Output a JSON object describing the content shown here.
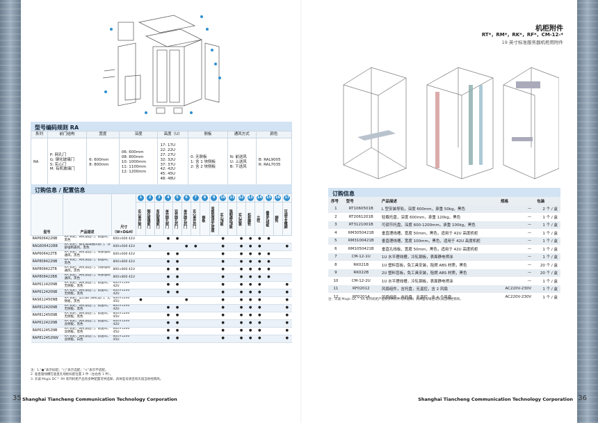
{
  "left": {
    "section_code": "型号编码规则 RA",
    "code_headers": [
      "系列",
      "前门结构",
      "宽度",
      "深度",
      "高度（U）",
      "侧板",
      "通风方式",
      "颜色"
    ],
    "code_series": "RA",
    "code_front": [
      "P: 网孔门",
      "G: 钢化玻璃门",
      "S: 实心门",
      "M: 有机玻璃门"
    ],
    "code_width": [
      "6: 600mm",
      "8: 800mm"
    ],
    "code_depth": [
      "06: 600mm",
      "08: 800mm",
      "10: 1000mm",
      "11: 1100mm",
      "12: 1200mm"
    ],
    "code_height": [
      "17: 17U",
      "22: 22U",
      "27: 27U",
      "32: 32U",
      "37: 37U",
      "42: 42U",
      "45: 45U",
      "48: 48U"
    ],
    "code_side": [
      "0: 无侧板",
      "1: 含 1 块侧板",
      "2: 含 2 块侧板"
    ],
    "code_vent": [
      "N: 前送风",
      "U: 上送风",
      "B: 下送风"
    ],
    "code_color": [
      "B: RAL9005",
      "R: RAL7035"
    ],
    "section_order": "订购信息 / 配置信息",
    "col_model": "型号",
    "col_desc": "产品描述",
    "col_size": "尺寸（W×D&H）",
    "feature_nums": [
      "1",
      "2",
      "3",
      "4",
      "5",
      "6",
      "7",
      "8",
      "9",
      "10",
      "11",
      "12",
      "13",
      "14",
      "15",
      "16",
      "17"
    ],
    "feature_names": [
      "实心单开前门",
      "钢化玻璃前门",
      "有机玻璃前门",
      "单开网孔前门",
      "双开网孔后门",
      "单开网孔后门",
      "实心单开后门",
      "侧板",
      "背部加强风孔底座",
      "实心顶板",
      "强制通风顶板",
      "实心底板",
      "机柜脚轮",
      "立柱",
      "垂直孔线板",
      "脚轮",
      "可调节支撑脚"
    ],
    "rows": [
      {
        "model": "RAP606422NB",
        "desc": "RA 机柜，网孔前后门，前送风，黑色",
        "size": "600×600 42U",
        "marks": "   ●●    ● ●●●●  ●●×●"
      },
      {
        "model": "RAG606422BB",
        "desc": "RA 机柜，钢化玻璃通风前门，顶部强制通风，黑色",
        "size": "600×600 42U",
        "marks": " ●   ●●  ● ●●●  ●×●"
      },
      {
        "model": "RAP606422TB",
        "desc": "RA 机柜，网孔前后门，背部强制通风，黑色",
        "size": "600×600 42U",
        "marks": "   ●●    ● ●●●●  ●●×●"
      },
      {
        "model": "RAP808422NB",
        "desc": "RA 机柜，网孔前后门，前送风，黑色",
        "size": "800×800 42U",
        "marks": "   ●●    ● ●●●●  ●●×●"
      },
      {
        "model": "RAP808422TB",
        "desc": "RA 机柜，网孔前后门，顶部强制通风，黑色",
        "size": "800×800 42U",
        "marks": "   ●●    ● ●●●●  ●●×●"
      },
      {
        "model": "RAP808422BB",
        "desc": "RA 机柜，网孔前后门，背部强制通风，黑色",
        "size": "800×800 42U",
        "marks": "   ●●    ● ●●●●  ●●×●"
      },
      {
        "model": "RAP611420NB",
        "desc": "RA 机柜，网孔前后门，前送风，无侧板，黑色",
        "size": "600×1100 42U",
        "marks": "   ●●    ● ●●●  ●●×●"
      },
      {
        "model": "RAP612420NB",
        "desc": "RA 机柜，网孔前后门，前送风，无侧板，黑色",
        "size": "600×1200 42U",
        "marks": "   ●●    ● ●●●  ●●×●"
      },
      {
        "model": "RAS612450NB",
        "desc": "RA 机柜，实心前门网孔后门，无侧板，黑色",
        "size": "600×1200 45U",
        "marks": "●    ●   ● ●●●  ●●×●"
      },
      {
        "model": "RAP812420NB",
        "desc": "RA 机柜，网孔前后门，前送风，无侧板，黑色",
        "size": "800×1200 42U",
        "marks": "   ●●    ● ●●●  ●●×●"
      },
      {
        "model": "RAP812450NB",
        "desc": "RA 机柜，网孔前后门，前送风，无侧板，黑色",
        "size": "800×1200 45U",
        "marks": "   ●●    ● ●●●  ●●×●"
      },
      {
        "model": "RAP612422NB",
        "desc": "RA 机柜，网孔前后门，前送风，含侧板，黑色",
        "size": "600×1200 42U",
        "marks": "   ●●    ● ●●●  ●●×●"
      },
      {
        "model": "RAP612452NB",
        "desc": "RA 机柜，网孔前后门，前送风，含侧板，黑色",
        "size": "600×1200 45U",
        "marks": "   ●●    ● ●●●  ●●×●"
      },
      {
        "model": "RAP812452NW",
        "desc": "RA 机柜，网孔前后门，前送风，含侧板，白色",
        "size": "800×1200 45U",
        "marks": "   ●●    ● ●●●  ●●×●"
      }
    ],
    "notes": [
      "注：1.“●”表示标配；“□”表示选配；“×”表示不适配。",
      "2. 垂直理线槽在垂直孔线板标配位置 2 件（左右各 1 件）。",
      "3. 天诚 Magic DC™ RA 系列机柜产品有多种配置可供选择，具体型号请咨询天诚当地经销商。"
    ],
    "page_num": "35",
    "footer": "Shanghai Tiancheng Communication Technology Corporation"
  },
  "right": {
    "title": "机柜附件",
    "subtitle": "RT*，RM*，RK*，RF*，CM-12-*",
    "subtitle2": "19 英寸标准服务器机柜用附件",
    "section_order": "订购信息",
    "acc_headers": [
      "序号",
      "型号",
      "产品描述",
      "规格",
      "包装"
    ],
    "acc_rows": [
      [
        "1",
        "RT1060501B",
        "L 型安装导轨，深度 600mm，承重 50kg，黑色",
        "—",
        "2 个 / 盒"
      ],
      [
        "2",
        "RT2061201B",
        "轻载托盘，深度 600mm，承重 120kg，黑色",
        "—",
        "1 个 / 盒"
      ],
      [
        "3",
        "RT3121001B",
        "可调节托盘，深度 600-1200mm，承重 100kg，黑色",
        "—",
        "1 个 / 盒"
      ],
      [
        "4",
        "RM3050421B",
        "垂直理线槽，宽度 50mm，黑色，适用于 42U 高度机柜",
        "—",
        "1 个 / 盒"
      ],
      [
        "5",
        "RM3100421B",
        "垂直理线槽，宽度 100mm，黑色，适用于 42U 高度机柜",
        "—",
        "1 个 / 盒"
      ],
      [
        "6",
        "RM1050421B",
        "垂直孔线板，宽度 50mm，黑色，适用于 42U 高度机柜",
        "—",
        "1 个 / 盒"
      ],
      [
        "7",
        "CM-12-1U",
        "1U 水平理线槽，冷轧钢板，表面静电喷涂",
        "—",
        "1 个 / 盒"
      ],
      [
        "8",
        "RK021B",
        "1U 塑料盲板，免工具安装，阻燃 ABS 材质，黑色",
        "—",
        "20 个 / 盒"
      ],
      [
        "9",
        "RK022B",
        "2U 塑料盲板，免工具安装，阻燃 ABS 材质，黑色",
        "—",
        "20 个 / 盒"
      ],
      [
        "10",
        "CM-12-2U",
        "1U 水平理线槽，冷轧钢板，表面静电喷涂",
        "—",
        "1 个 / 盒"
      ],
      [
        "11",
        "RF02012",
        "风扇组件，含托盘，无温控，含 2 风扇",
        "AC220V-230V",
        "1 个 / 盒"
      ],
      [
        "12",
        "RF02014",
        "风扇组件，含托盘，无温控，含 4 个风扇",
        "AC220V-230V",
        "1 个 / 盒"
      ]
    ],
    "note": "注：天诚 Magic DC™ RA 系列机柜产品有多种附件可供选择，具体型号请咨询天诚当地经销商。",
    "page_num": "36",
    "footer": "Shanghai Tiancheng Communication Technology Corporation"
  }
}
